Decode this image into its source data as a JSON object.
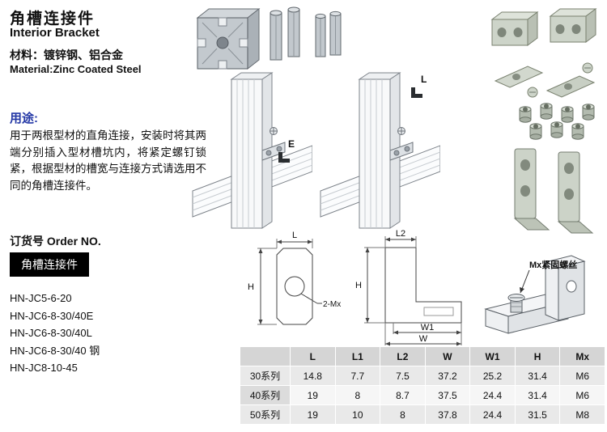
{
  "header": {
    "title_cn": "角槽连接件",
    "title_en": "Interior Bracket"
  },
  "material": {
    "cn": "材料：镀锌钢、铝合金",
    "en": "Material:Zinc Coated Steel"
  },
  "usage": {
    "label": "用途:",
    "text": "用于两根型材的直角连接，安装时将其两端分别插入型材槽坑内，将紧定螺钉锁紧，根据型材的槽宽与连接方式请选用不同的角槽连接件。"
  },
  "order": {
    "label": "订货号 Order NO.",
    "badge": "角槽连接件",
    "items": [
      "HN-JC5-6-20",
      "HN-JC6-8-30/40E",
      "HN-JC6-8-30/40L",
      "HN-JC6-8-30/40 钢",
      "HN-JC8-10-45"
    ]
  },
  "assembly": {
    "e_label": "E",
    "l_label": "L"
  },
  "dims": {
    "d1_L": "L",
    "d1_H": "H",
    "d1_leader": "2-Mx",
    "d2_L2": "L2",
    "d2_H": "H",
    "d2_W1": "W1",
    "d2_W": "W",
    "d3_label": "Mx紧固螺丝"
  },
  "colors": {
    "accent_blue": "#2438a6",
    "badge_bg": "#000000",
    "badge_text": "#ffffff",
    "table_header_bg": "#d5d5d5",
    "table_row_alt_bg": "#e9e9e9"
  },
  "chart_data": {
    "type": "table",
    "headers": [
      "",
      "L",
      "L1",
      "L2",
      "W",
      "W1",
      "H",
      "Mx"
    ],
    "rows": [
      [
        "30系列",
        "14.8",
        "7.7",
        "7.5",
        "37.2",
        "25.2",
        "31.4",
        "M6"
      ],
      [
        "40系列",
        "19",
        "8",
        "8.7",
        "37.5",
        "24.4",
        "31.4",
        "M6"
      ],
      [
        "50系列",
        "19",
        "10",
        "8",
        "37.8",
        "24.4",
        "31.5",
        "M8"
      ]
    ]
  }
}
